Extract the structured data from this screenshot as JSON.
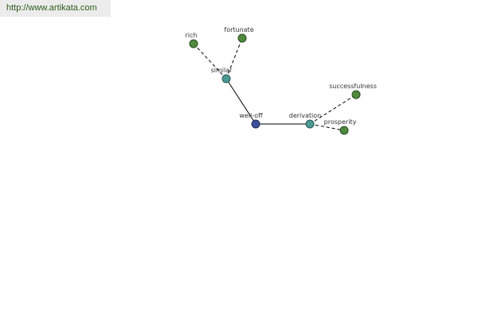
{
  "site_url": "http://www.artikata.com",
  "colors": {
    "root": "#3d4f9b",
    "relation": "#4c9a94",
    "leaf": "#4f8a3f",
    "edge": "#000000",
    "url_text": "#2e5a1c"
  },
  "nodes": {
    "well_off": {
      "label": "well-off",
      "kind": "root"
    },
    "similar": {
      "label": "similar",
      "kind": "relation"
    },
    "derivation": {
      "label": "derivation",
      "kind": "relation"
    },
    "rich": {
      "label": "rich",
      "kind": "leaf"
    },
    "fortunate": {
      "label": "fortunate",
      "kind": "leaf"
    },
    "successfulness": {
      "label": "successfulness",
      "kind": "leaf"
    },
    "prosperity": {
      "label": "prosperity",
      "kind": "leaf"
    }
  }
}
